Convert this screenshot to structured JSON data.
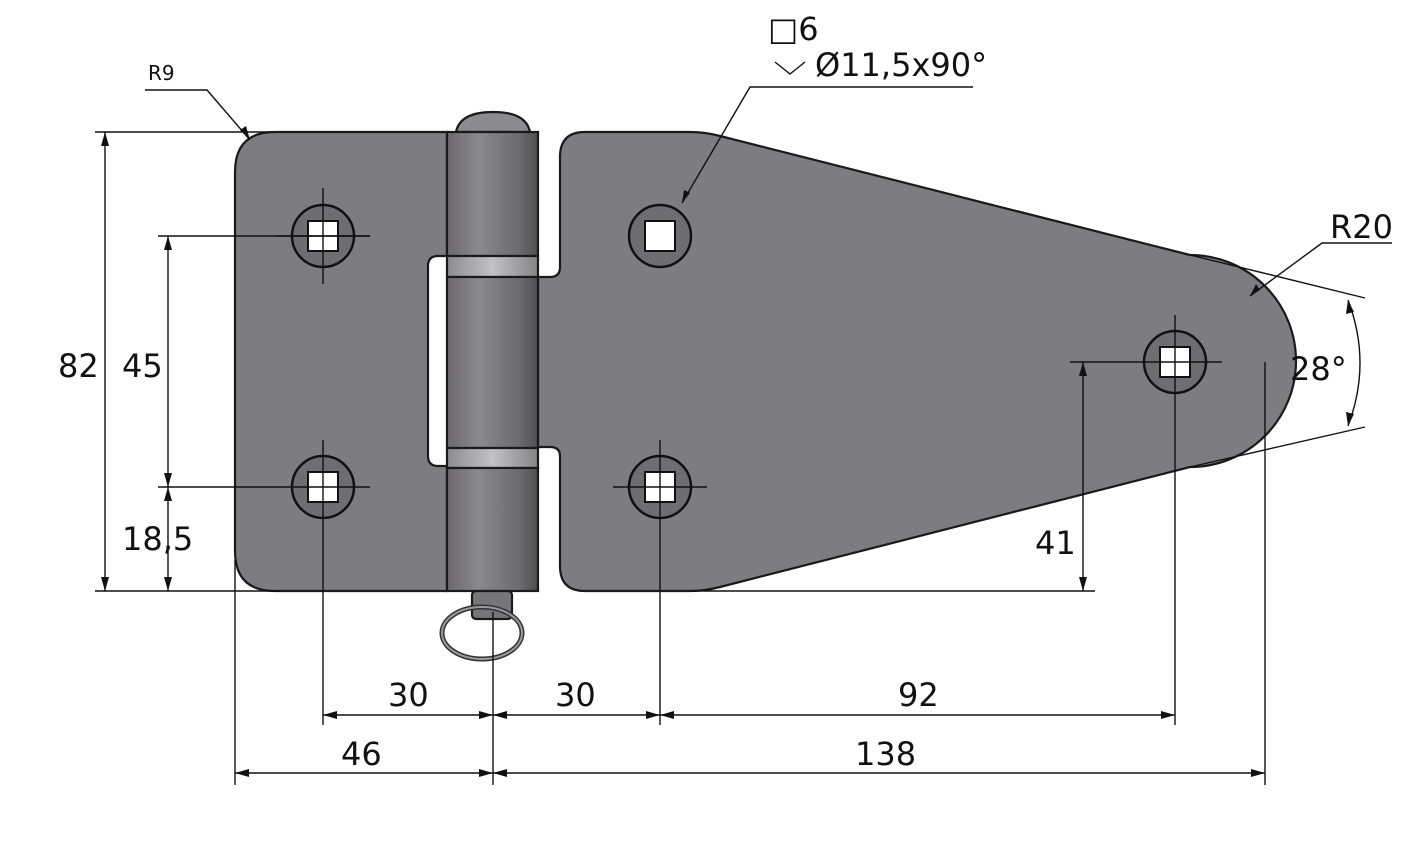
{
  "drawing": {
    "radius_small": "R9",
    "radius_large": "R20",
    "angle": "28°",
    "hole_square": "□6",
    "hole_countersink": "Ø11,5x90°",
    "dims": {
      "overall_height": "82",
      "hole_spacing_vertical": "45",
      "bottom_hole_offset": "18,5",
      "wide_hole_height": "41",
      "left_hole_to_pin": "30",
      "pin_to_right_hole": "30",
      "right_hole_to_end_hole": "92",
      "left_width": "46",
      "right_width": "138"
    },
    "colors": {
      "metal": "#7d7c80",
      "metal_dark": "#5d5c60",
      "band": "#a9a8ac"
    }
  }
}
